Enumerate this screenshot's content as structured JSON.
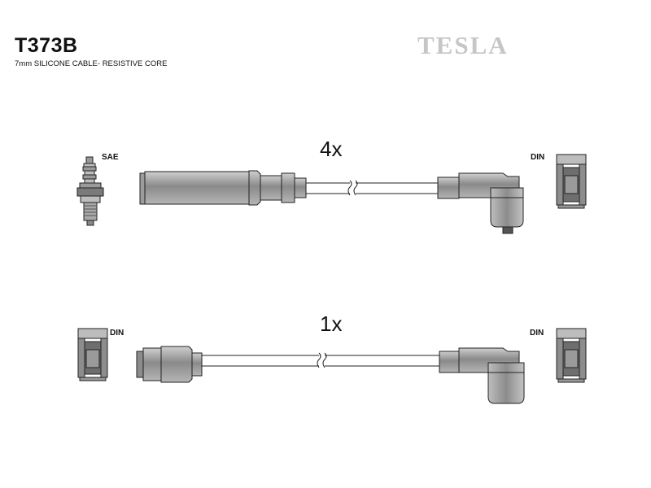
{
  "header": {
    "part_number": "T373B",
    "description": "7mm SILICONE CABLE- RESISTIVE CORE",
    "brand": "TESLA"
  },
  "lead_1": {
    "quantity": "4x",
    "left_end_label": "SAE",
    "right_end_label": "DIN"
  },
  "lead_2": {
    "quantity": "1x",
    "left_end_label": "DIN",
    "right_end_label": "DIN"
  }
}
